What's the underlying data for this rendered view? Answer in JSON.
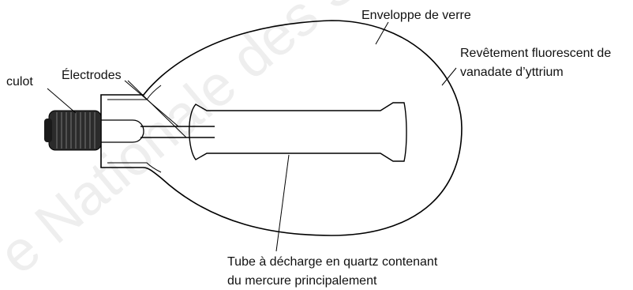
{
  "watermark": "e Nationale des Sujets",
  "labels": {
    "culot": "culot",
    "electrodes": "Électrodes",
    "envelope": "Enveloppe de verre",
    "coating_line1": "Revêtement fluorescent de",
    "coating_line2": "vanadate d’yttrium",
    "tube_line1": "Tube à décharge en quartz contenant",
    "tube_line2": "du mercure principalement"
  }
}
